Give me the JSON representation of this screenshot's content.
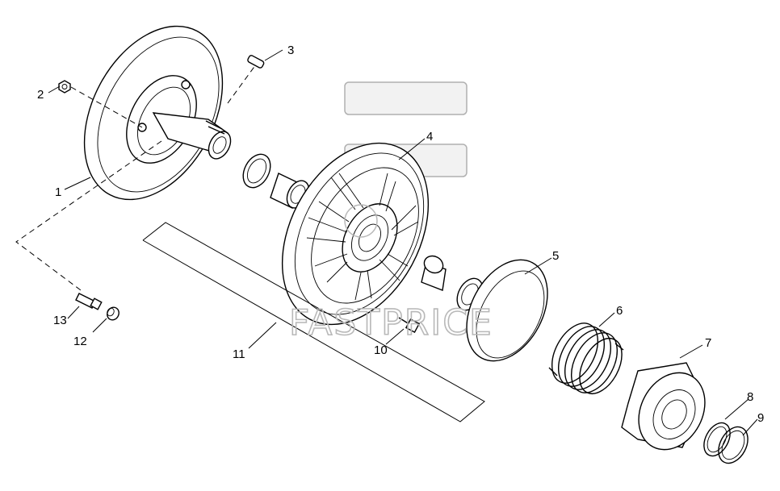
{
  "watermark": {
    "text": "FASTPRICE",
    "box_color": "#b0b0b0",
    "box_fill": "#f2f2f2"
  },
  "callouts": {
    "c1": "1",
    "c2": "2",
    "c3": "3",
    "c4": "4",
    "c5": "5",
    "c6": "6",
    "c7": "7",
    "c8": "8",
    "c9": "9",
    "c10": "10",
    "c11": "11",
    "c12": "12",
    "c13": "13"
  }
}
